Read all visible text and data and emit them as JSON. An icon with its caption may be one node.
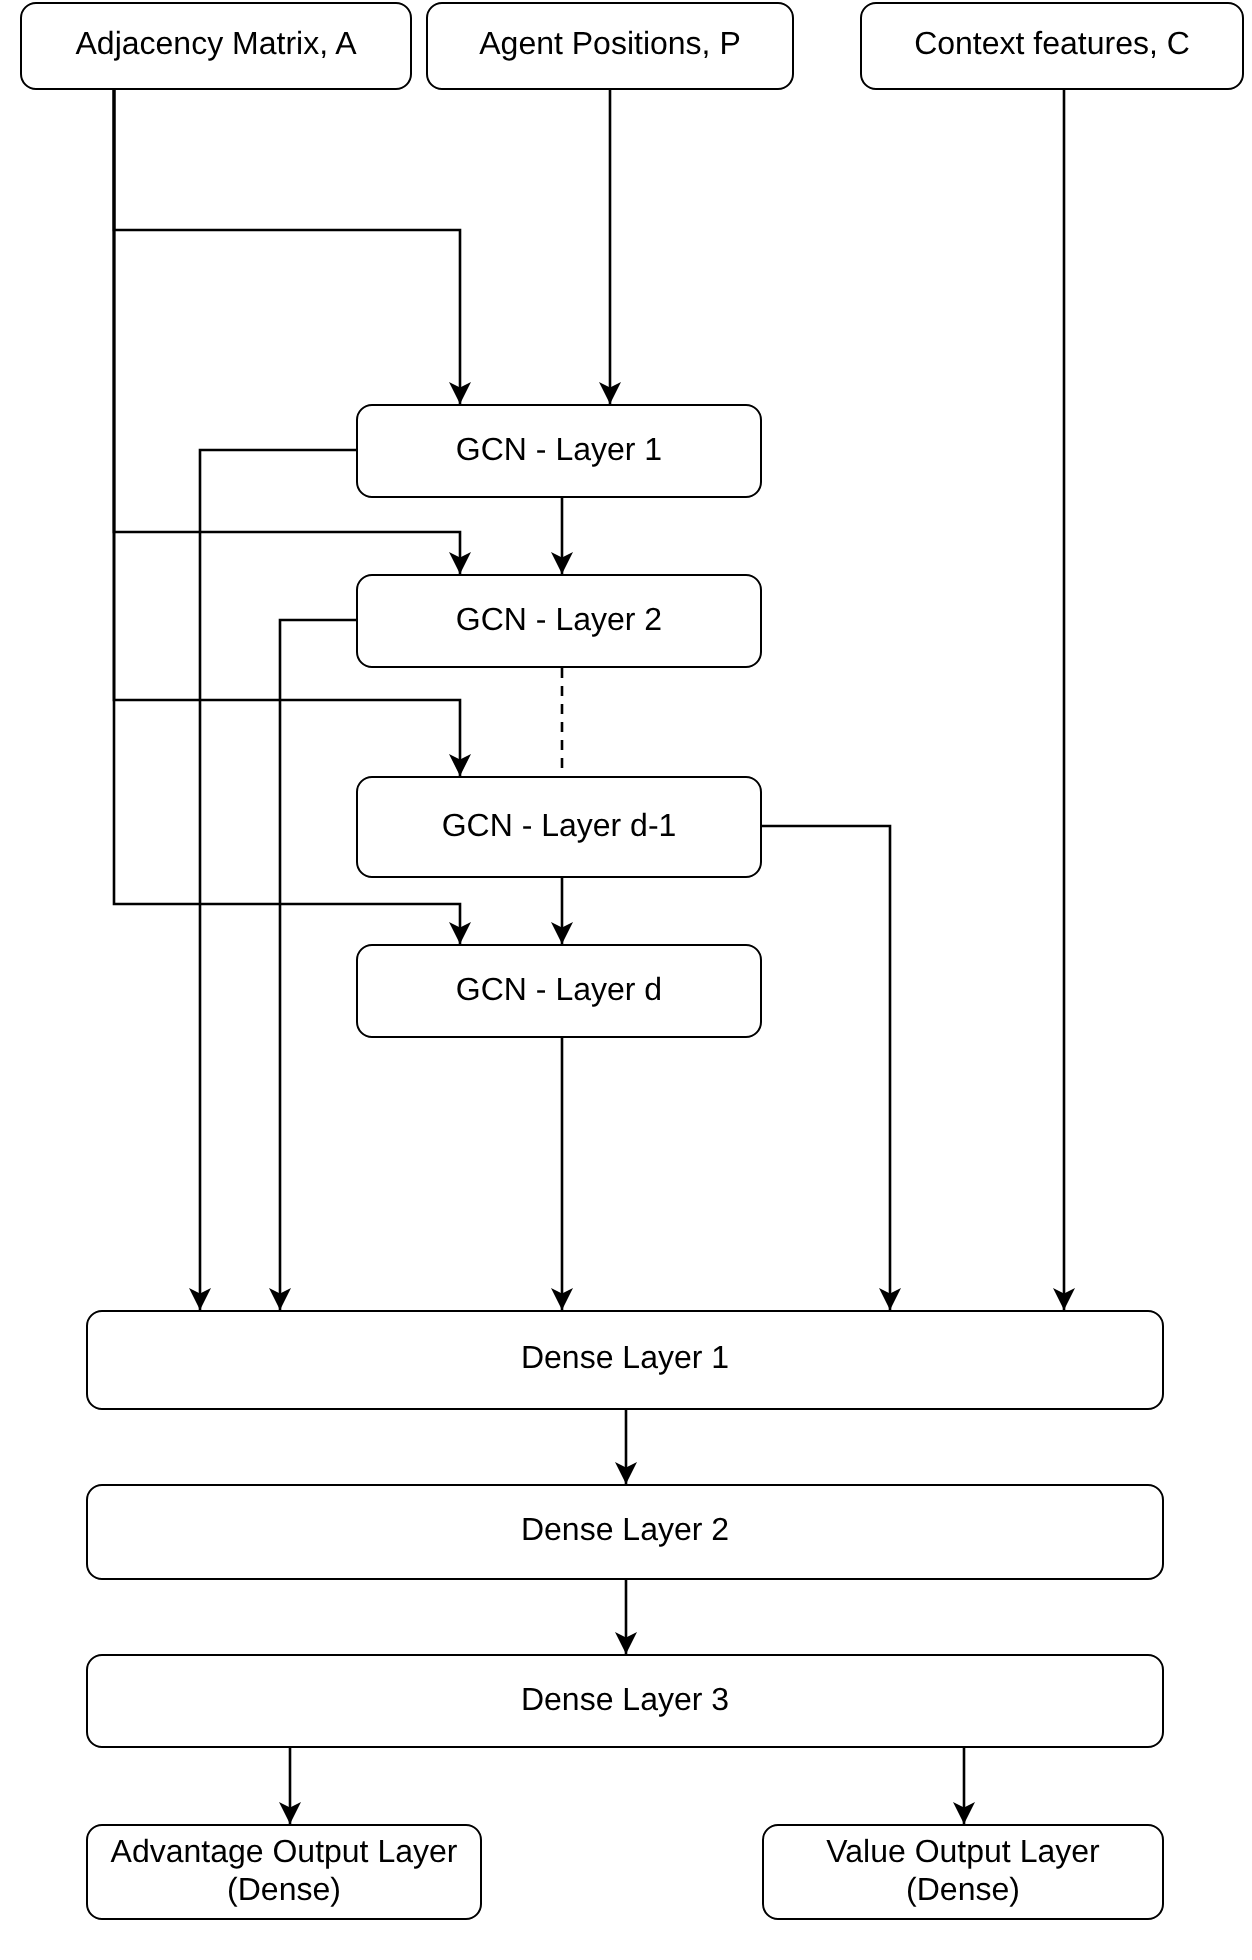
{
  "diagram": {
    "nodes": [
      {
        "text": [
          "Adjacency Matrix, A"
        ]
      },
      {
        "text": [
          "Agent Positions, P"
        ]
      },
      {
        "text": [
          "Context features, C"
        ]
      },
      {
        "text": [
          "GCN - Layer 1"
        ]
      },
      {
        "text": [
          "GCN - Layer 2"
        ]
      },
      {
        "text": [
          "GCN - Layer d-1"
        ]
      },
      {
        "text": [
          "GCN - Layer d"
        ]
      },
      {
        "text": [
          "Dense Layer 1"
        ]
      },
      {
        "text": [
          "Dense Layer 2"
        ]
      },
      {
        "text": [
          "Dense Layer 3"
        ]
      },
      {
        "text": [
          "Advantage Output Layer (Dense)"
        ]
      },
      {
        "text": [
          "Value Output Layer (Dense)"
        ]
      }
    ],
    "edges": [
      {
        "from": 0,
        "to": 3,
        "arrow": "to"
      },
      {
        "from": 0,
        "to": 4,
        "arrow": "to"
      },
      {
        "from": 0,
        "to": 5,
        "arrow": "to"
      },
      {
        "from": 0,
        "to": 6,
        "arrow": "to"
      },
      {
        "from": 1,
        "to": 3,
        "arrow": "to"
      },
      {
        "from": 3,
        "to": 4,
        "arrow": "to"
      },
      {
        "from": 4,
        "to": 5,
        "arrow": "none",
        "style": "dashed"
      },
      {
        "from": 5,
        "to": 6,
        "arrow": "to"
      },
      {
        "from": 3,
        "to": 7,
        "arrow": "to"
      },
      {
        "from": 4,
        "to": 7,
        "arrow": "to"
      },
      {
        "from": 6,
        "to": 7,
        "arrow": "to"
      },
      {
        "from": 5,
        "to": 7,
        "arrow": "to"
      },
      {
        "from": 2,
        "to": 7,
        "arrow": "to"
      },
      {
        "from": 7,
        "to": 8,
        "arrow": "to"
      },
      {
        "from": 8,
        "to": 9,
        "arrow": "to"
      },
      {
        "from": 9,
        "to": 10,
        "arrow": "to"
      },
      {
        "from": 9,
        "to": 11,
        "arrow": "to"
      }
    ]
  }
}
